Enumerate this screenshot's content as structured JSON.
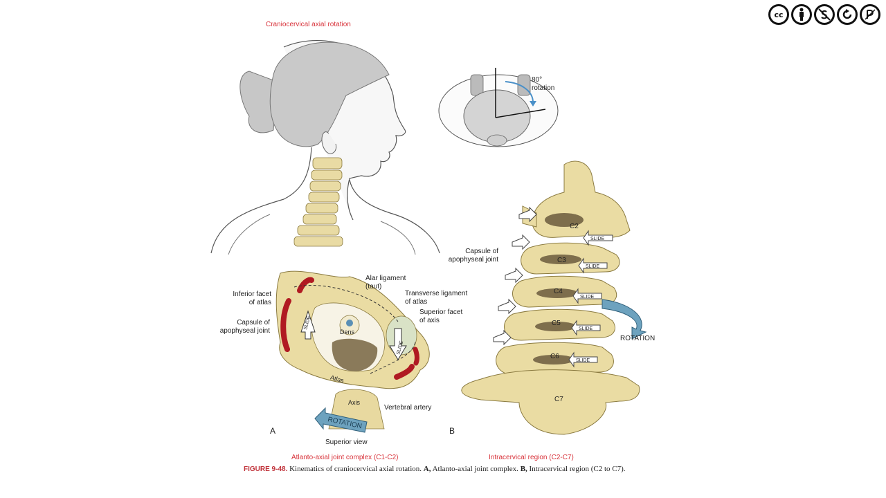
{
  "top_title": "Craniocervical axial rotation",
  "rotation_degrees": "80°",
  "rotation_word": "rotation",
  "panel_a": {
    "letter": "A",
    "labels": {
      "inferior_facet": "Inferior facet\nof atlas",
      "capsule": "Capsule of\napophyseal joint",
      "alar": "Alar ligament\n(taut)",
      "transverse": "Transverse ligament\nof atlas",
      "superior_facet": "Superior facet\nof axis",
      "dens": "Dens",
      "atlas": "Atlas",
      "axis": "Axis",
      "vertebral_artery": "Vertebral artery",
      "slide": "SLIDE",
      "rotation": "ROTATION",
      "superior_view": "Superior view"
    },
    "title": "Atlanto-axial joint complex (C1-C2)"
  },
  "panel_b": {
    "letter": "B",
    "labels": {
      "capsule": "Capsule of\napophyseal joint",
      "rotation": "ROTATION",
      "slide": "SLIDE",
      "vertebrae": [
        "C2",
        "C3",
        "C4",
        "C5",
        "C6",
        "C7"
      ]
    },
    "title": "Intracervical region (C2-C7)"
  },
  "caption": {
    "figure": "FIGURE 9-48.",
    "text_1": " Kinematics of craniocervical axial rotation. ",
    "a_bold": "A,",
    "text_2": " Atlanto-axial joint complex. ",
    "b_bold": "B,",
    "text_3": " Intracervical region (C2 to C7)."
  },
  "license_badges": [
    "cc",
    "by",
    "nc",
    "sa",
    "pd"
  ]
}
